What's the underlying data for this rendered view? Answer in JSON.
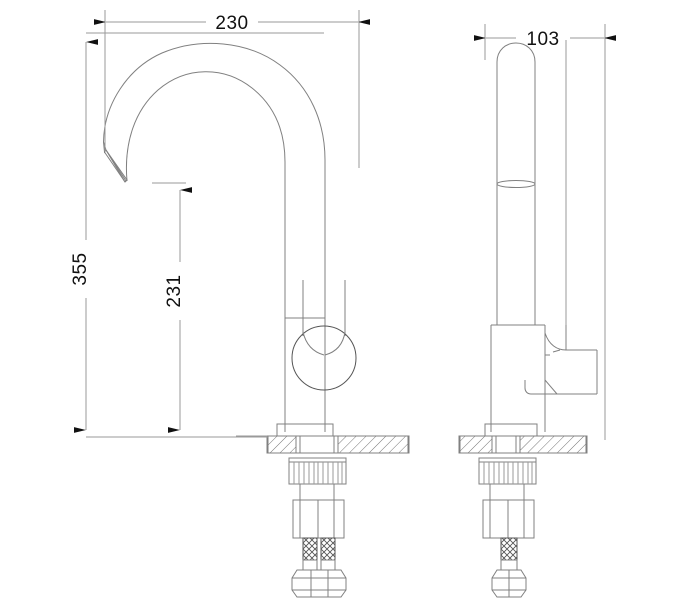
{
  "drawing": {
    "title": "Kitchen faucet technical drawing",
    "background_color": "#ffffff",
    "line_color": "#808080",
    "dim_line_color": "#9a9a9a",
    "text_color": "#111111",
    "units": "mm",
    "views": [
      {
        "name": "front-view",
        "label": ""
      },
      {
        "name": "side-view",
        "label": ""
      }
    ]
  },
  "dimensions": {
    "overall_width": {
      "value": "230",
      "orientation": "horizontal",
      "view": "front-view"
    },
    "overall_height": {
      "value": "355",
      "orientation": "vertical",
      "view": "front-view"
    },
    "spout_height": {
      "value": "231",
      "orientation": "vertical",
      "view": "front-view"
    },
    "depth": {
      "value": "103",
      "orientation": "horizontal",
      "view": "side-view"
    }
  },
  "parts": {
    "spout": "gooseneck-spout",
    "body": "faucet-body",
    "handle": "lever-handle",
    "counter": "countertop-section",
    "knurled_nut": "knurled-mounting-nut",
    "shank": "threaded-shank",
    "hex_nut": "hex-nut"
  }
}
